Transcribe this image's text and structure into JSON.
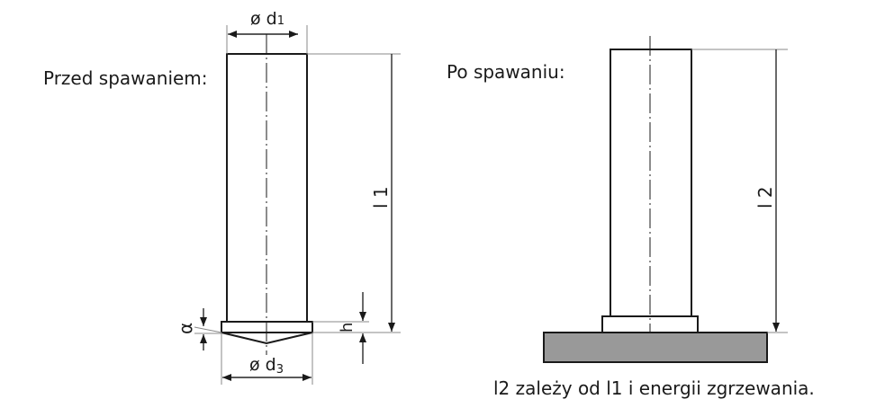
{
  "labels": {
    "before": "Przed spawaniem:",
    "after": "Po spawaniu:",
    "d1_symbol": "ø d",
    "d1_sub": "1",
    "d3_symbol": "ø d",
    "d3_sub": "3",
    "l1": "l 1",
    "l2": "l 2",
    "h": "h",
    "alpha": "α",
    "caption": "l2 zależy od l1 i energii zgrzewania."
  },
  "colors": {
    "line": "#1a1a1a",
    "dim": "#888888",
    "plate": "#999999"
  }
}
